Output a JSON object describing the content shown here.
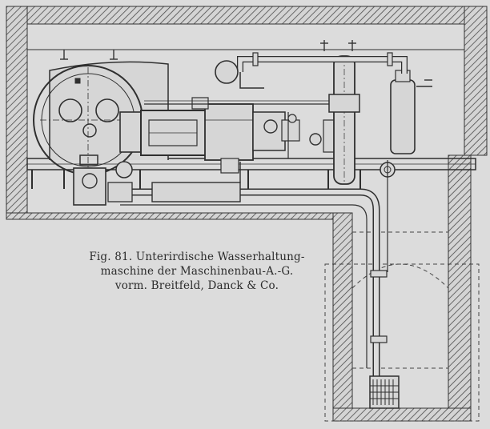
{
  "figure": {
    "caption_line1": "Fig. 81.  Unterirdische Wasserhaltung-",
    "caption_line2": "maschine der Maschinenbau-A.-G.",
    "caption_line3": "vorm. Breitfeld, Danck & Co."
  },
  "colors": {
    "paper": "#dcdcdc",
    "ink": "#2f2f2f",
    "hatch": "#555555"
  }
}
